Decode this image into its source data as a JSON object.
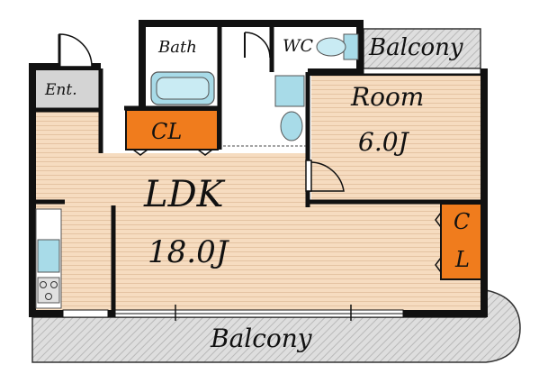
{
  "floorplan": {
    "rooms": {
      "ldk": {
        "label": "LDK",
        "size": "18.0J"
      },
      "room": {
        "label": "Room",
        "size": "6.0J"
      },
      "bath": {
        "label": "Bath"
      },
      "wc": {
        "label": "WC"
      },
      "entrance": {
        "label": "Ent."
      },
      "closet_main": {
        "label": "CL"
      },
      "closet_room": {
        "label_top": "C",
        "label_bottom": "L"
      }
    },
    "balcony_top": {
      "label": "Balcony"
    },
    "balcony_bottom": {
      "label": "Balcony"
    },
    "colors": {
      "floor": "#f6dcc0",
      "wall": "#111111",
      "closet": "#f07c1d",
      "balcony": "#dcdcdc",
      "wet_area": "#ffffff",
      "fixture": "#a8dbe8"
    }
  }
}
